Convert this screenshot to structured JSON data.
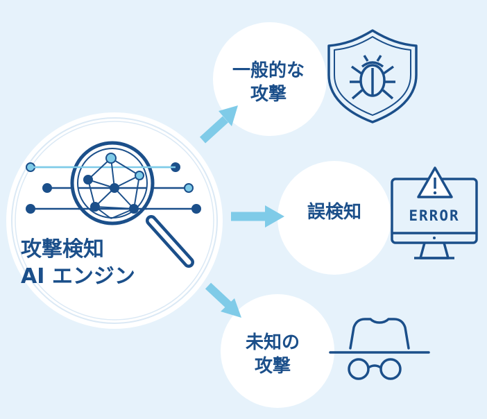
{
  "engine": {
    "line1": "攻撃検知",
    "line2": "AI エンジン"
  },
  "outputs": [
    {
      "line1": "一般的な",
      "line2": "攻撃",
      "icon": "shield-bug-icon"
    },
    {
      "line1": "誤検知",
      "icon": "monitor-error-icon",
      "icon_text": "ERROR"
    },
    {
      "line1": "未知の",
      "line2": "攻撃",
      "icon": "hat-glasses-icon"
    }
  ],
  "colors": {
    "background": "#e6f2fb",
    "navy": "#1b4f8a",
    "arrow": "#7fcbe8",
    "circle": "#ffffff"
  }
}
